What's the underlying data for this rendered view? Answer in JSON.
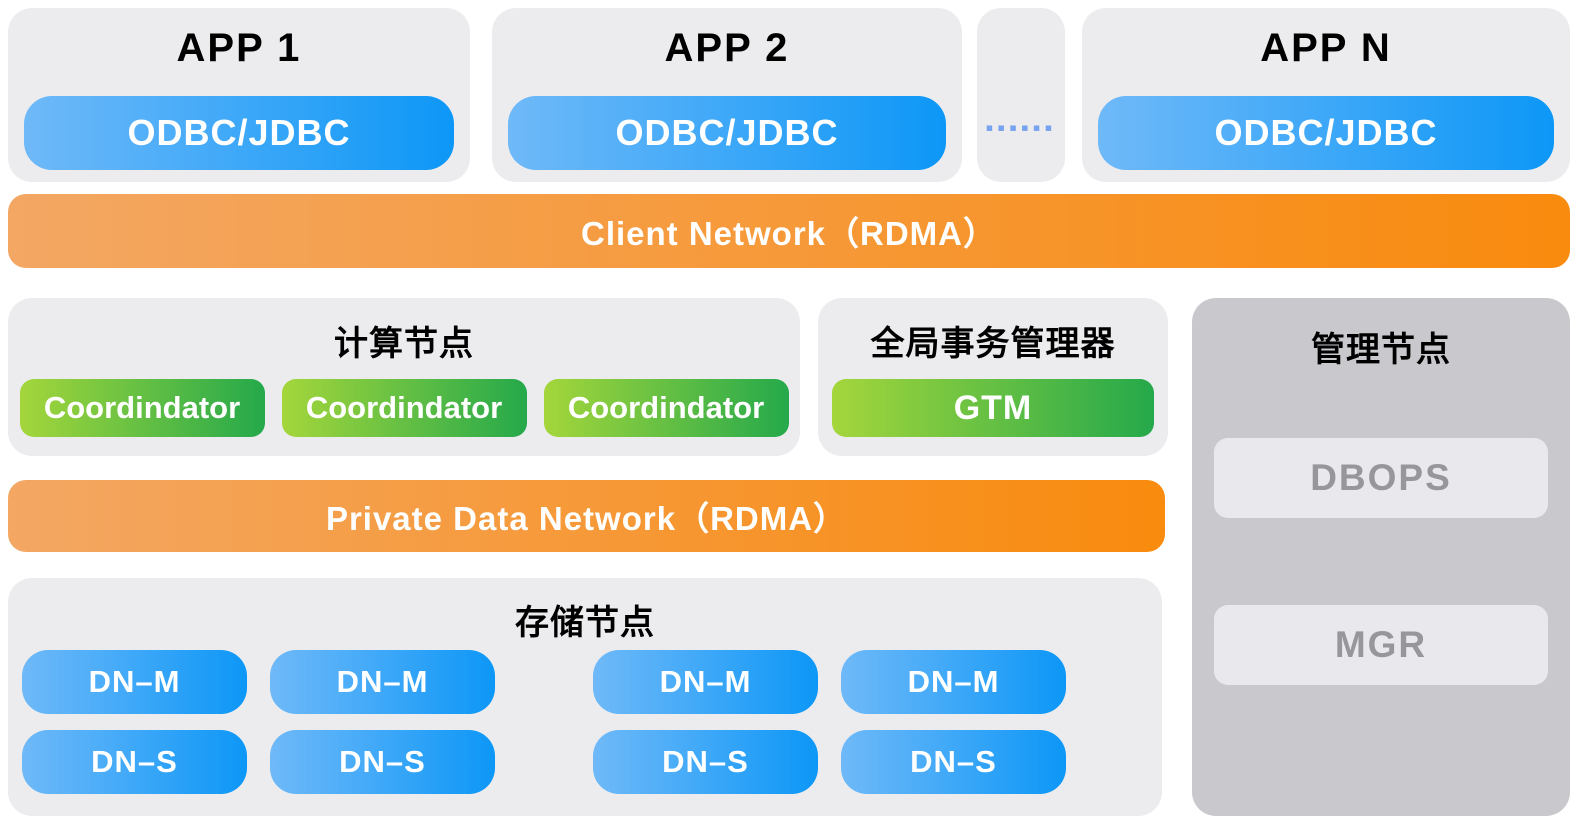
{
  "apps": {
    "cards": [
      {
        "title": "APP 1",
        "button": "ODBC/JDBC"
      },
      {
        "title": "APP 2",
        "button": "ODBC/JDBC"
      },
      {
        "title": "APP N",
        "button": "ODBC/JDBC"
      }
    ],
    "ellipsis": "▪▪▪▪▪▪"
  },
  "client_network": {
    "label": "Client Network（RDMA）"
  },
  "compute": {
    "title": "计算节点",
    "nodes": [
      "Coordindator",
      "Coordindator",
      "Coordindator"
    ]
  },
  "gtm": {
    "title": "全局事务管理器",
    "button": "GTM"
  },
  "management": {
    "title": "管理节点",
    "items": [
      "DBOPS",
      "MGR"
    ]
  },
  "private_network": {
    "label": "Private Data Network（RDMA）"
  },
  "storage": {
    "title": "存储节点",
    "master_label": "DN–M",
    "standby_label": "DN–S",
    "columns": 4
  },
  "colors": {
    "panel_bg": "#ececee",
    "management_bg": "#c9c9cd",
    "management_item_bg": "#e9e9ed",
    "management_item_text": "#96969b",
    "blue_gradient_start": "#6fb9f8",
    "blue_gradient_end": "#0d97f7",
    "orange_gradient_start": "#f3a763",
    "orange_gradient_end": "#f98b0e",
    "green_gradient_start": "#a4d63b",
    "green_gradient_end": "#25a94b",
    "ellipsis_blue": "#76a2ef",
    "title_text": "#000000"
  }
}
